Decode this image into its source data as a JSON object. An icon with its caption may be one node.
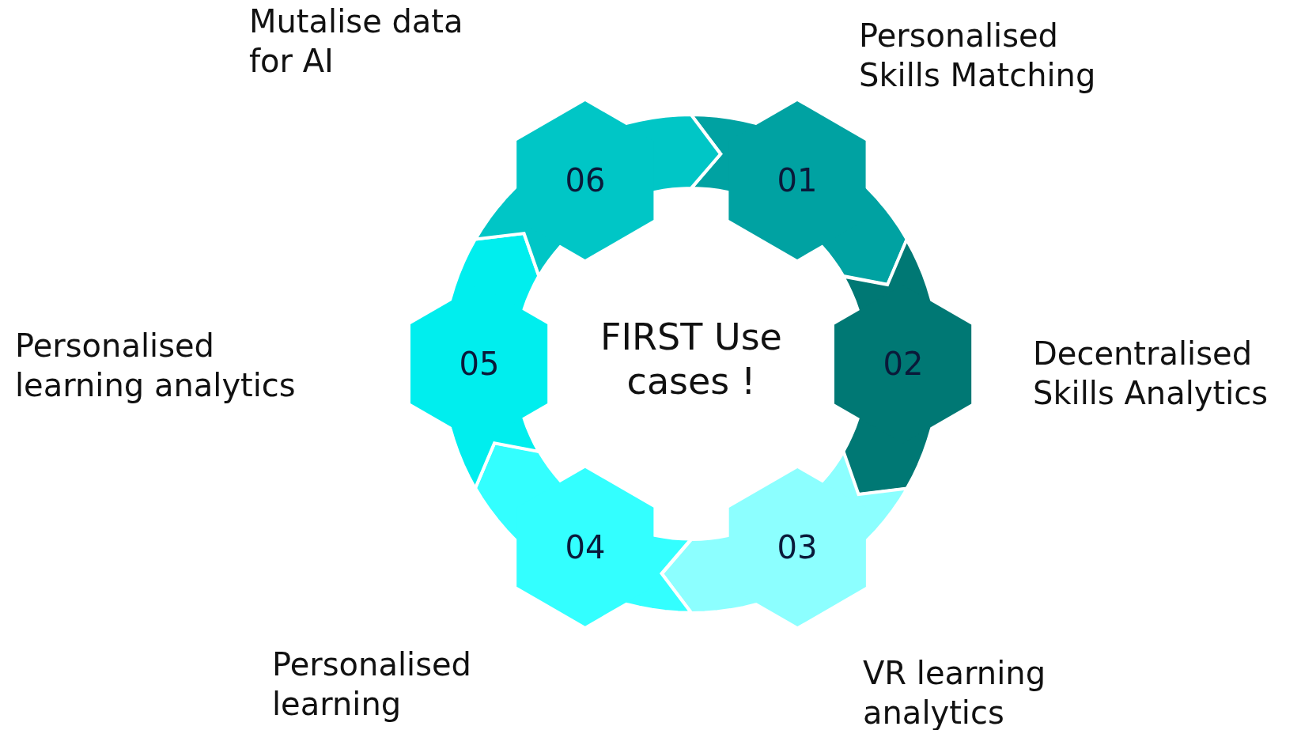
{
  "diagram": {
    "nodes": [
      {
        "text": [
          "01"
        ],
        "beside": [
          "Personalised Skills Matching"
        ]
      },
      {
        "text": [
          "02"
        ],
        "beside": [
          "Decentralised Skills Analytics"
        ]
      },
      {
        "text": [
          "03"
        ],
        "beside": [
          "VR learning analytics"
        ]
      },
      {
        "text": [
          "04"
        ],
        "beside": [
          "Personalised learning"
        ]
      },
      {
        "text": [
          "05"
        ],
        "beside": [
          "Personalised learning analytics"
        ]
      },
      {
        "text": [
          "06"
        ],
        "beside": [
          "Mutalise data for AI"
        ]
      }
    ],
    "edges": [],
    "labels": [
      "FIRST Use cases !"
    ]
  }
}
